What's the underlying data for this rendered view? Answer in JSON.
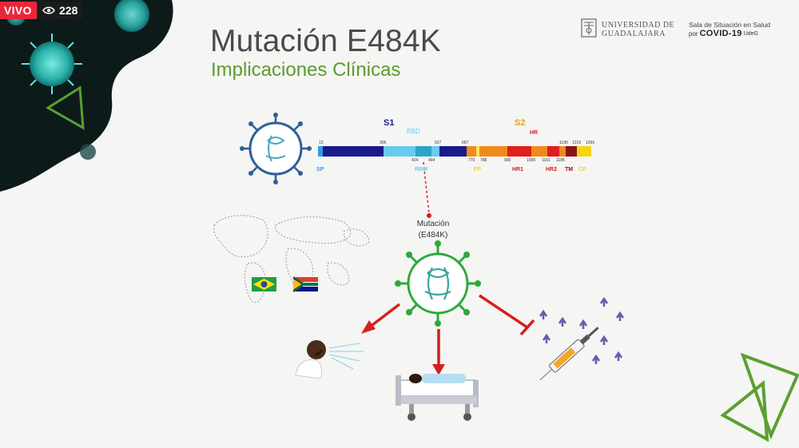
{
  "stream": {
    "live_label": "VIVO",
    "viewer_count": "228",
    "live_color": "#e8263a"
  },
  "slide": {
    "title": "Mutación E484K",
    "subtitle": "Implicaciones Clínicas",
    "title_color": "#4a4a4a",
    "subtitle_color": "#5c9a2e"
  },
  "logos": {
    "udg_line1": "UNIVERSIDAD DE",
    "udg_line2": "GUADALAJARA",
    "sala_line1": "Sala de Situación en Salud",
    "sala_por": "por",
    "sala_covid": "COVID-19",
    "sala_udeg": "UdeG"
  },
  "spike_protein": {
    "s1_label": "S1",
    "s2_label": "S2",
    "rbd_label": "RBD",
    "hr_label": "HR",
    "positions": [
      "13",
      "306",
      "424",
      "494",
      "527",
      "667",
      "770",
      "788",
      "900",
      "1005",
      "1161",
      "1185",
      "1190",
      "1216",
      "1265"
    ],
    "domain_labels": {
      "sp": "SP",
      "rbm": "RBM",
      "fp": "FP",
      "hr1": "HR1",
      "hr2": "HR2",
      "tm": "TM",
      "cp": "CP"
    },
    "colors": {
      "s1": "#1a1a8c",
      "s2": "#e8a317",
      "rbd": "#66ccee",
      "hr": "#d42020",
      "sp": "#3399ee"
    }
  },
  "mutation_label": {
    "line1": "Mutación",
    "line2": "(E484K)"
  },
  "flags": [
    "Brasil",
    "Sudáfrica"
  ]
}
